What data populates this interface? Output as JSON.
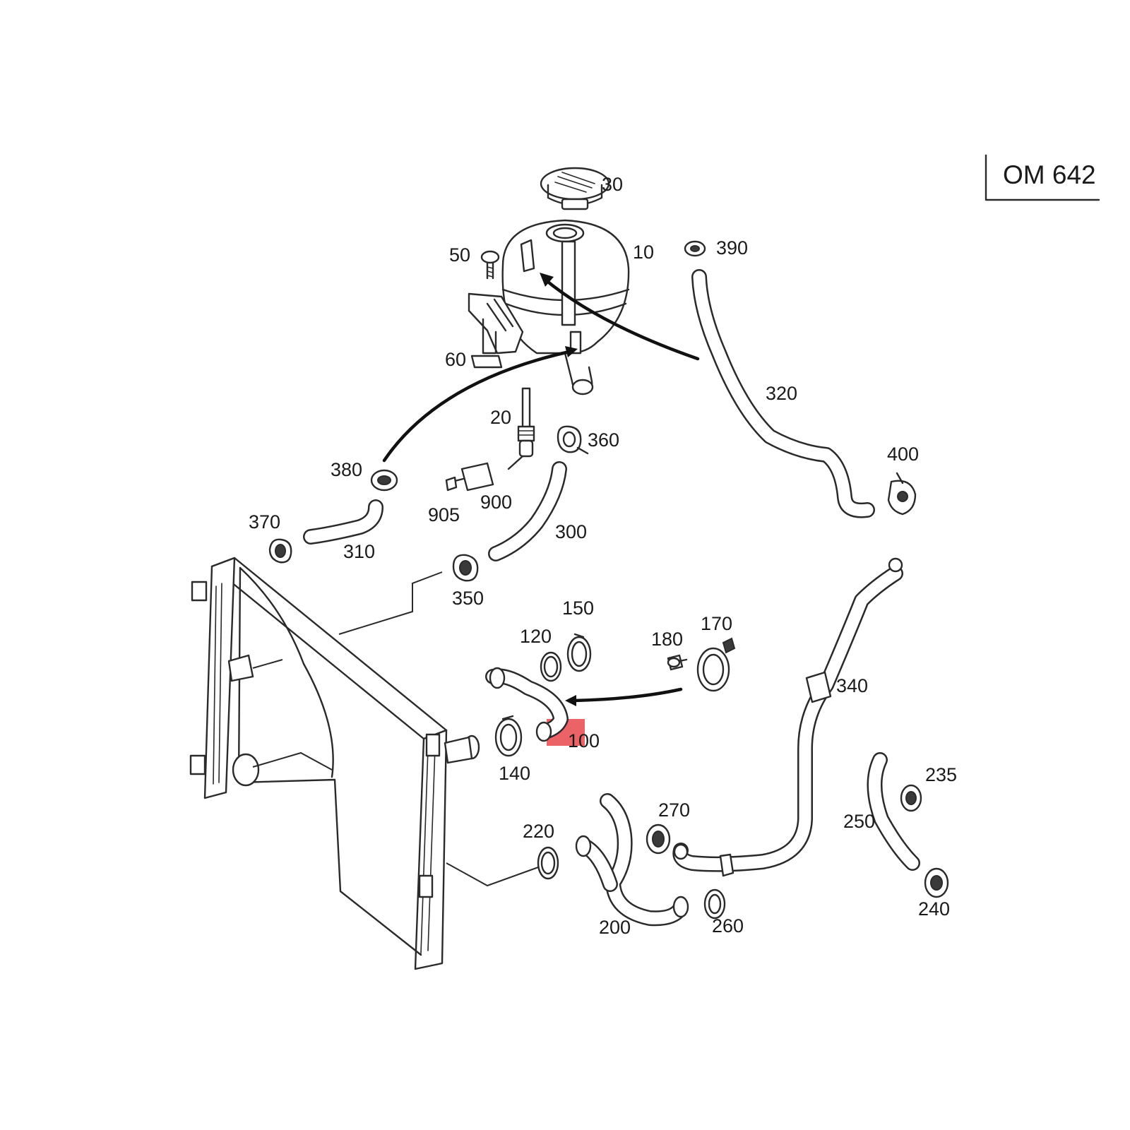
{
  "engine_code": "OM 642",
  "highlight_color": "#e8474c",
  "part_numbers": {
    "p10": "10",
    "p20": "20",
    "p30": "30",
    "p50": "50",
    "p60": "60",
    "p100": "100",
    "p120": "120",
    "p140": "140",
    "p150": "150",
    "p170": "170",
    "p180": "180",
    "p200": "200",
    "p220": "220",
    "p235": "235",
    "p240": "240",
    "p250": "250",
    "p260": "260",
    "p270": "270",
    "p300": "300",
    "p310": "310",
    "p320": "320",
    "p340": "340",
    "p350": "350",
    "p360": "360",
    "p370": "370",
    "p380": "380",
    "p390": "390",
    "p400": "400",
    "p900": "900",
    "p905": "905"
  }
}
